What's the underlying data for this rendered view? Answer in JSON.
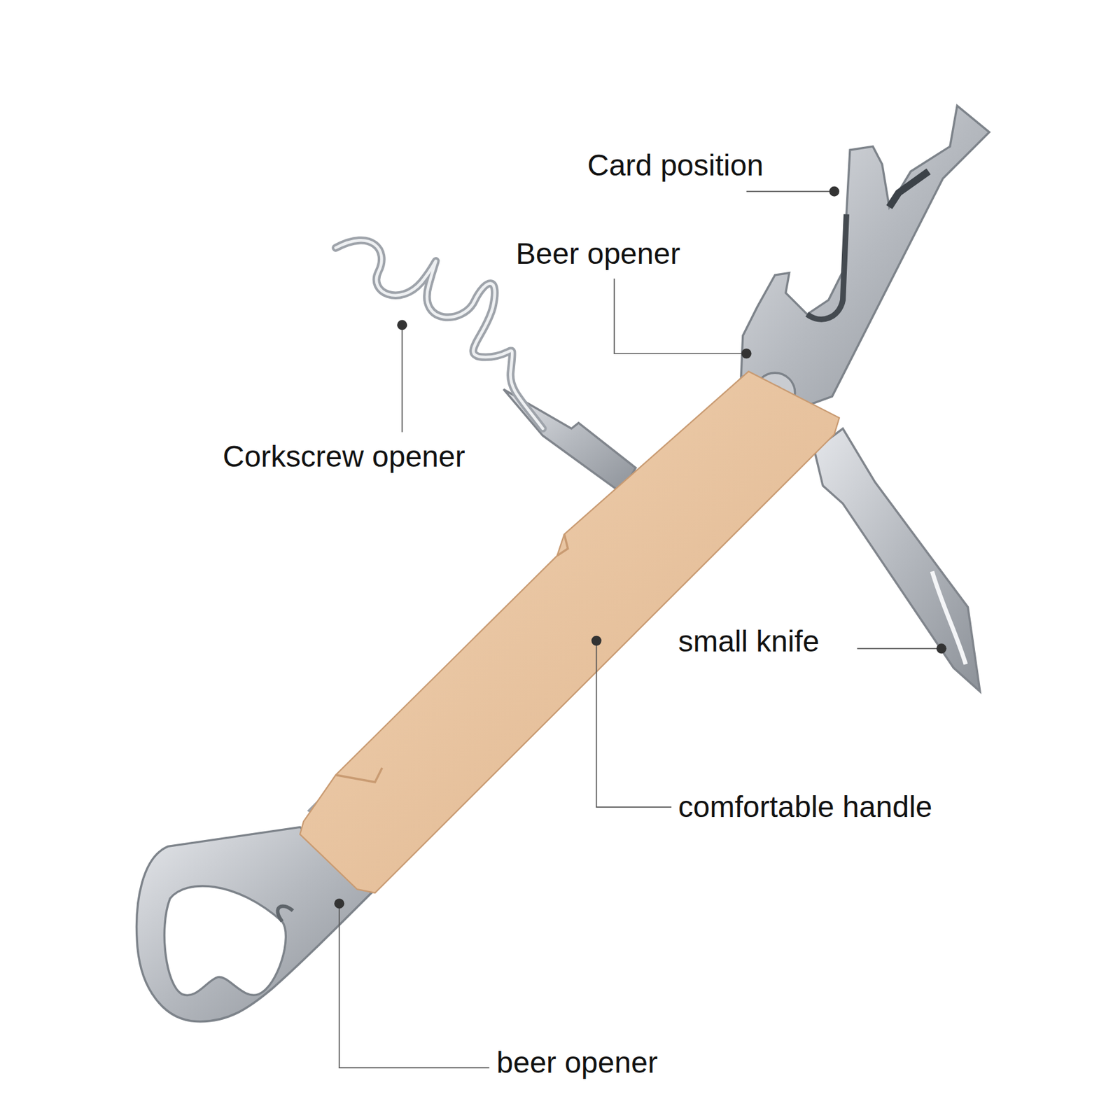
{
  "diagram": {
    "labels": [
      "Card position",
      "Beer opener",
      "Corkscrew opener",
      "small knife",
      "comfortable handle",
      "beer opener"
    ]
  }
}
